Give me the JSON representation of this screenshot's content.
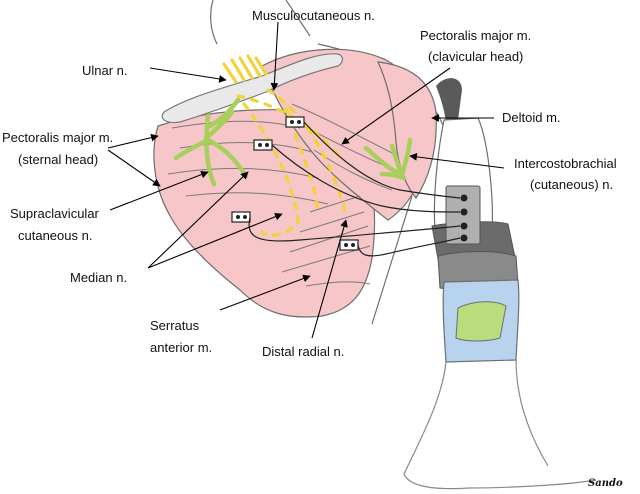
{
  "labels": {
    "musculocutaneous": "Musculocutaneous  n.",
    "pec_clav_1": "Pectoralis major m.",
    "pec_clav_2": "(clavicular head)",
    "ulnar": "Ulnar n.",
    "deltoid": "Deltoid m.",
    "pec_sternal_1": "Pectoralis major m.",
    "pec_sternal_2": "(sternal head)",
    "intercosto_1": "Intercostobrachial",
    "intercosto_2": "(cutaneous) n.",
    "supraclav_1": "Supraclavicular",
    "supraclav_2": "cutaneous n.",
    "median": "Median n.",
    "serratus_1": "Serratus",
    "serratus_2": "anterior m.",
    "distal_radial": "Distal radial n."
  },
  "signature": "Sando",
  "colors": {
    "muscle": "#f7c6c8",
    "nerve_yellow": "#f3d23a",
    "nerve_green": "#a8cf5c",
    "socket_gray": "#8a8a8a",
    "liner_blue": "#b7d3ee",
    "pad_green": "#b9dc7d"
  }
}
